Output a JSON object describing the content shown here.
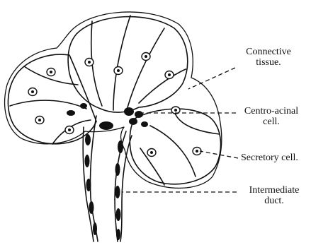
{
  "labels": {
    "connective": {
      "line1": "Connective",
      "line2": "tissue."
    },
    "centro_acinal": {
      "line1": "Centro-acinal",
      "line2": "cell."
    },
    "secretory": {
      "line1": "Secretory cell."
    },
    "intermediate": {
      "line1": "Intermediate",
      "line2": "duct."
    }
  },
  "colors": {
    "ink": "#111111",
    "background": "#ffffff"
  }
}
